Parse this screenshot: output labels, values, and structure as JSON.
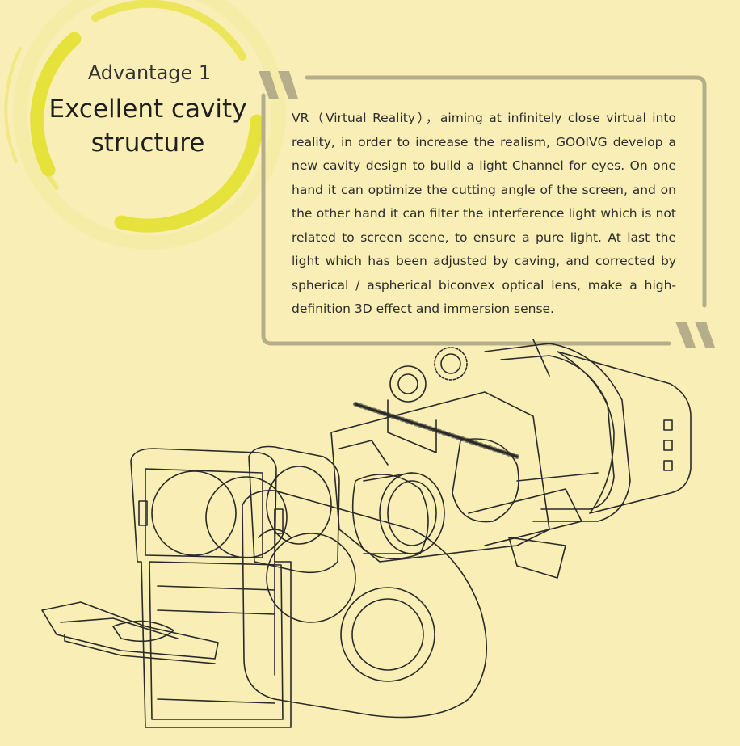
{
  "feature": {
    "kicker": "Advantage 1",
    "title": "Excellent cavity structure"
  },
  "description": "VR（Virtual Reality），aiming at infinitely close virtual into reality, in order to increase the realism, GOOIVG develop a new cavity design to build a light Channel for eyes. On one hand it can optimize the cutting angle of the screen, and on the other hand it can filter the interference light which is not related to screen scene, to ensure a pure light. At last the light which has been adjusted by caving, and corrected by spherical / aspherical biconvex optical lens, make a high-definition 3D effect and immersion sense.",
  "colors": {
    "background": "#f9eeb5",
    "ring": "#e6e23c",
    "frame": "#b6ae8a",
    "line": "#2a2a2a"
  },
  "icons": [
    "open-quote-icon",
    "close-quote-icon",
    "vr-headset-exploded-illustration"
  ]
}
